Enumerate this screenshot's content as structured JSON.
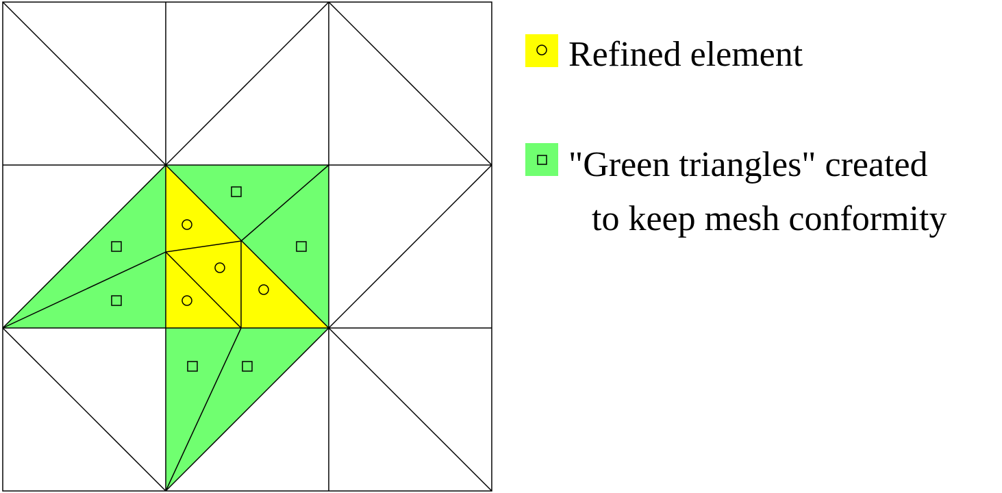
{
  "colors": {
    "refined": "#ffff00",
    "green": "#70ff70",
    "line": "#000000",
    "background": "#ffffff"
  },
  "legend": {
    "refined": {
      "marker": "circle",
      "label": "Refined element"
    },
    "green": {
      "marker": "square",
      "label_line1": "\"Green triangles\" created",
      "label_line2": "to keep mesh conformity"
    }
  }
}
